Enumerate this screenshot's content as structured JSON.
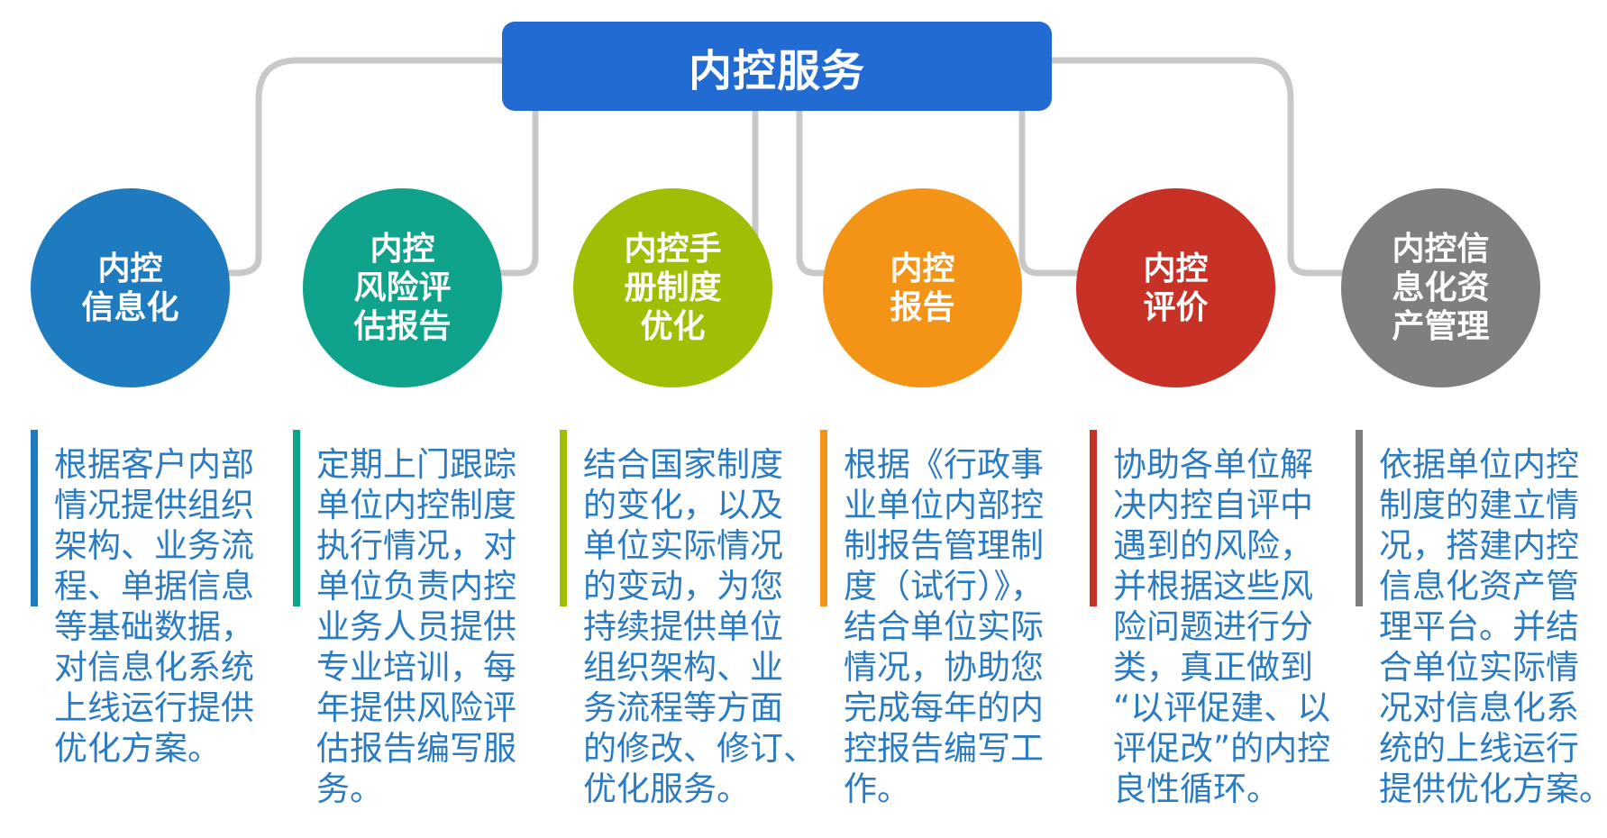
{
  "title": "内控服务",
  "colors": {
    "title": "#226bd3",
    "connector": "#c8c8c8",
    "text": "#2b7bc2"
  },
  "services": [
    {
      "label_lines": [
        "内控",
        "信息化"
      ],
      "color": "#1f7bbf",
      "desc_lines": [
        "根据客户内部",
        "情况提供组织",
        "架构、业务流",
        "程、单据信息",
        "等基础数据，",
        "对信息化系统",
        "上线运行提供",
        "优化方案。"
      ]
    },
    {
      "label_lines": [
        "内控",
        "风险评",
        "估报告"
      ],
      "color": "#10a38c",
      "desc_lines": [
        "定期上门跟踪",
        "单位内控制度",
        "执行情况，对",
        "单位负责内控",
        "业务人员提供",
        "专业培训，每",
        "年提供风险评",
        "估报告编写服",
        "务。"
      ]
    },
    {
      "label_lines": [
        "内控手",
        "册制度",
        "优化"
      ],
      "color": "#9fbf07",
      "desc_lines": [
        "结合国家制度",
        "的变化，以及",
        "单位实际情况",
        "的变动，为您",
        "持续提供单位",
        "组织架构、业",
        "务流程等方面",
        "的修改、修订、",
        "优化服务。"
      ]
    },
    {
      "label_lines": [
        "内控",
        "报告"
      ],
      "color": "#f39416",
      "desc_lines": [
        "根据《行政事",
        "业单位内部控",
        "制报告管理制",
        "度（试行）》，",
        "结合单位实际",
        "情况，协助您",
        "完成每年的内",
        "控报告编写工",
        "作。"
      ]
    },
    {
      "label_lines": [
        "内控",
        "评价"
      ],
      "color": "#c83126",
      "desc_lines": [
        "协助各单位解",
        "决内控自评中",
        "遇到的风险，",
        "并根据这些风",
        "险问题进行分",
        "类，真正做到",
        "“以评促建、以",
        "评促改”的内控",
        "良性循环。"
      ]
    },
    {
      "label_lines": [
        "内控信",
        "息化资",
        "产管理"
      ],
      "color": "#7f7f7f",
      "desc_lines": [
        "依据单位内控",
        "制度的建立情",
        "况，搭建内控",
        "信息化资产管",
        "理平台。并结",
        "合单位实际情",
        "况对信息化系",
        "统的上线运行",
        "提供优化方案。"
      ]
    }
  ]
}
